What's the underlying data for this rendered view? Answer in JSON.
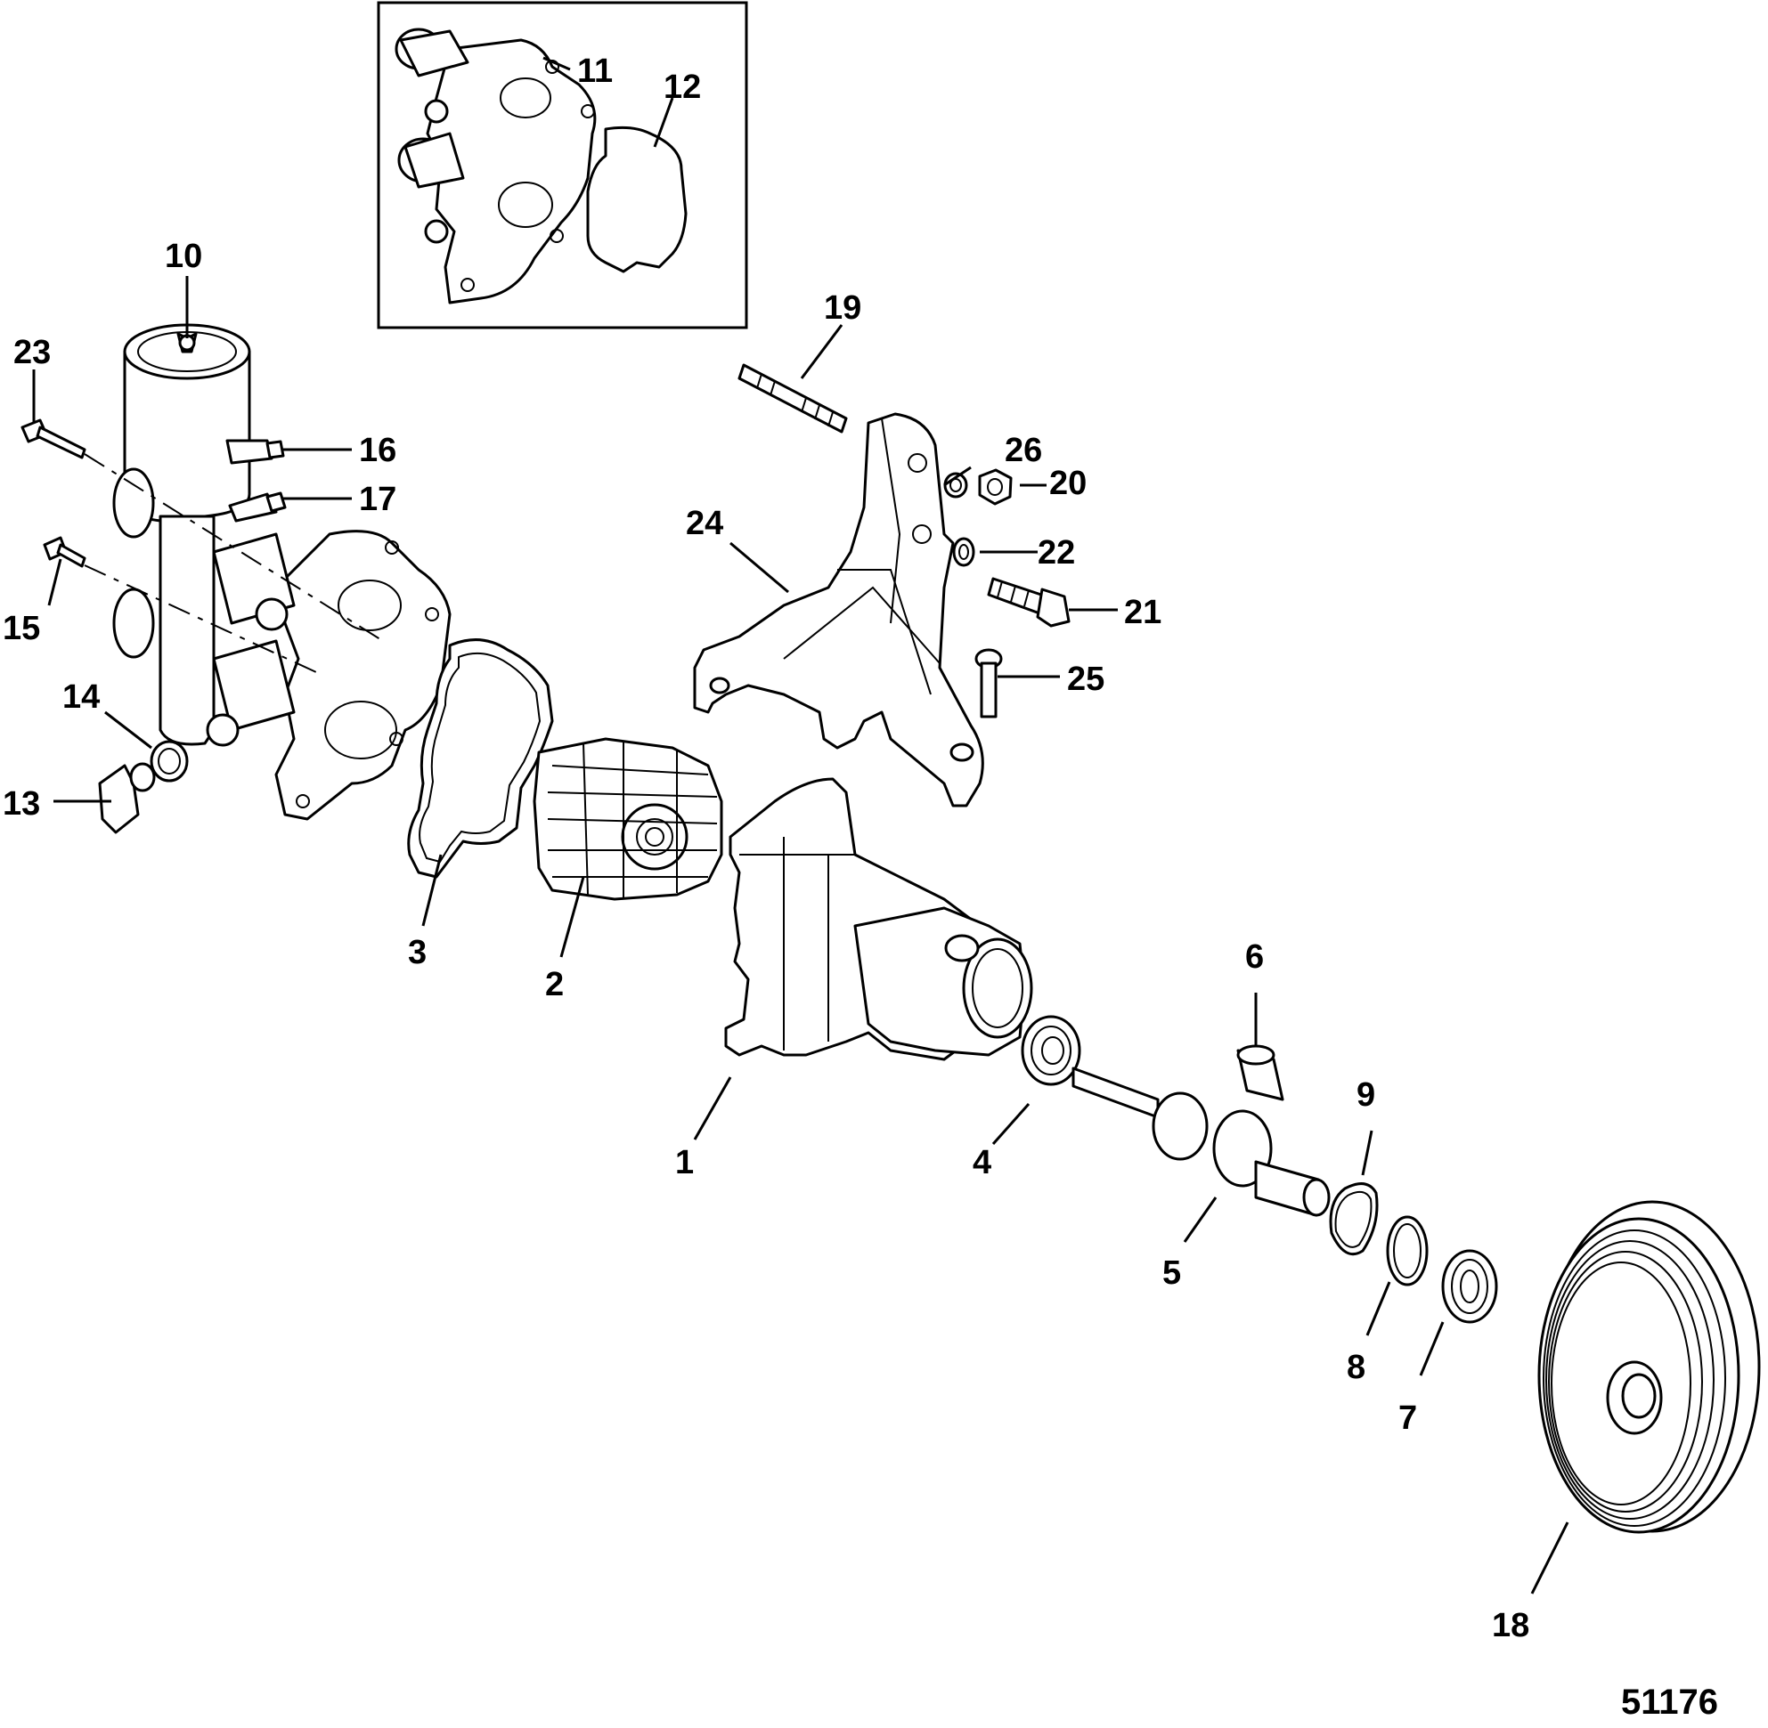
{
  "figure_id": "51176",
  "callouts": {
    "c1": "1",
    "c2": "2",
    "c3": "3",
    "c4": "4",
    "c5": "5",
    "c6": "6",
    "c7": "7",
    "c8": "8",
    "c9": "9",
    "c10": "10",
    "c11": "11",
    "c12": "12",
    "c13": "13",
    "c14": "14",
    "c15": "15",
    "c16": "16",
    "c17": "17",
    "c18": "18",
    "c19": "19",
    "c20": "20",
    "c21": "21",
    "c22": "22",
    "c23": "23",
    "c24": "24",
    "c25": "25",
    "c26": "26"
  }
}
